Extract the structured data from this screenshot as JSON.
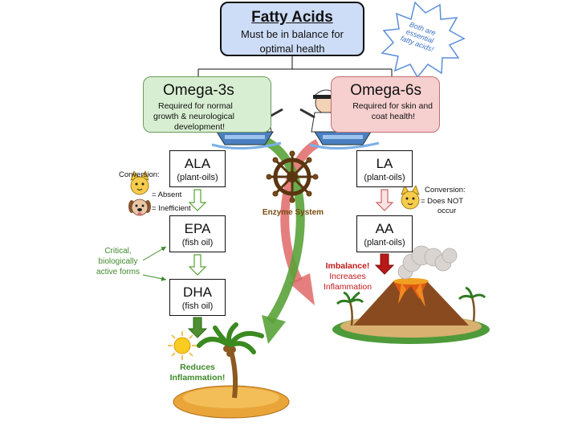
{
  "title": {
    "heading": "Fatty Acids",
    "subtitle_line1": "Must be in balance for",
    "subtitle_line2": "optimal health"
  },
  "starburst_lines": [
    "Both are",
    "essential",
    "fatty acids!"
  ],
  "omega3": {
    "title": "Omega-3s",
    "desc_line1": "Required for normal",
    "desc_line2": "growth &  neurological",
    "desc_line3": "development!"
  },
  "omega6": {
    "title": "Omega-6s",
    "desc_line1": "Required for skin and",
    "desc_line2": "coat health!"
  },
  "omega3_chain": {
    "ala": {
      "name": "ALA",
      "source": "(plant-oils)"
    },
    "epa": {
      "name": "EPA",
      "source": "(fish oil)"
    },
    "dha": {
      "name": "DHA",
      "source": "(fish oil)"
    }
  },
  "omega6_chain": {
    "la": {
      "name": "LA",
      "source": "(plant-oils)"
    },
    "aa": {
      "name": "AA",
      "source": "(plant-oils)"
    }
  },
  "conversion_left": {
    "label": "Conversion:",
    "cat": "= Absent",
    "dog": "= Inefficient"
  },
  "conversion_right": {
    "label": "Conversion:",
    "cat_line1": "= Does NOT",
    "cat_line2": "occur"
  },
  "critical_note": {
    "line1": "Critical,",
    "line2": "biologically",
    "line3": "active forms"
  },
  "enzyme_label": "Enzyme System",
  "imbalance": {
    "line1": "Imbalance!",
    "line2": "Increases",
    "line3": "Inflammation"
  },
  "reduces": {
    "line1": "Reduces",
    "line2": "Inflammation!"
  },
  "icons": {
    "cat": "cat-face-icon",
    "dog": "dog-face-icon",
    "wheel": "ship-wheel-icon",
    "sun": "sun-icon",
    "volcano": "volcano-icon",
    "palm": "palm-tree-icon",
    "boat": "boat-icon",
    "sailor": "sailor-icon"
  },
  "colors": {
    "title_fill": "#cddcf7",
    "omega3_fill": "#d8eed2",
    "omega6_fill": "#f6cfcf",
    "green_text": "#3e8a2a",
    "red_text": "#c21818",
    "green_arrow": "#5aa23a",
    "red_arrow": "#e06868"
  }
}
